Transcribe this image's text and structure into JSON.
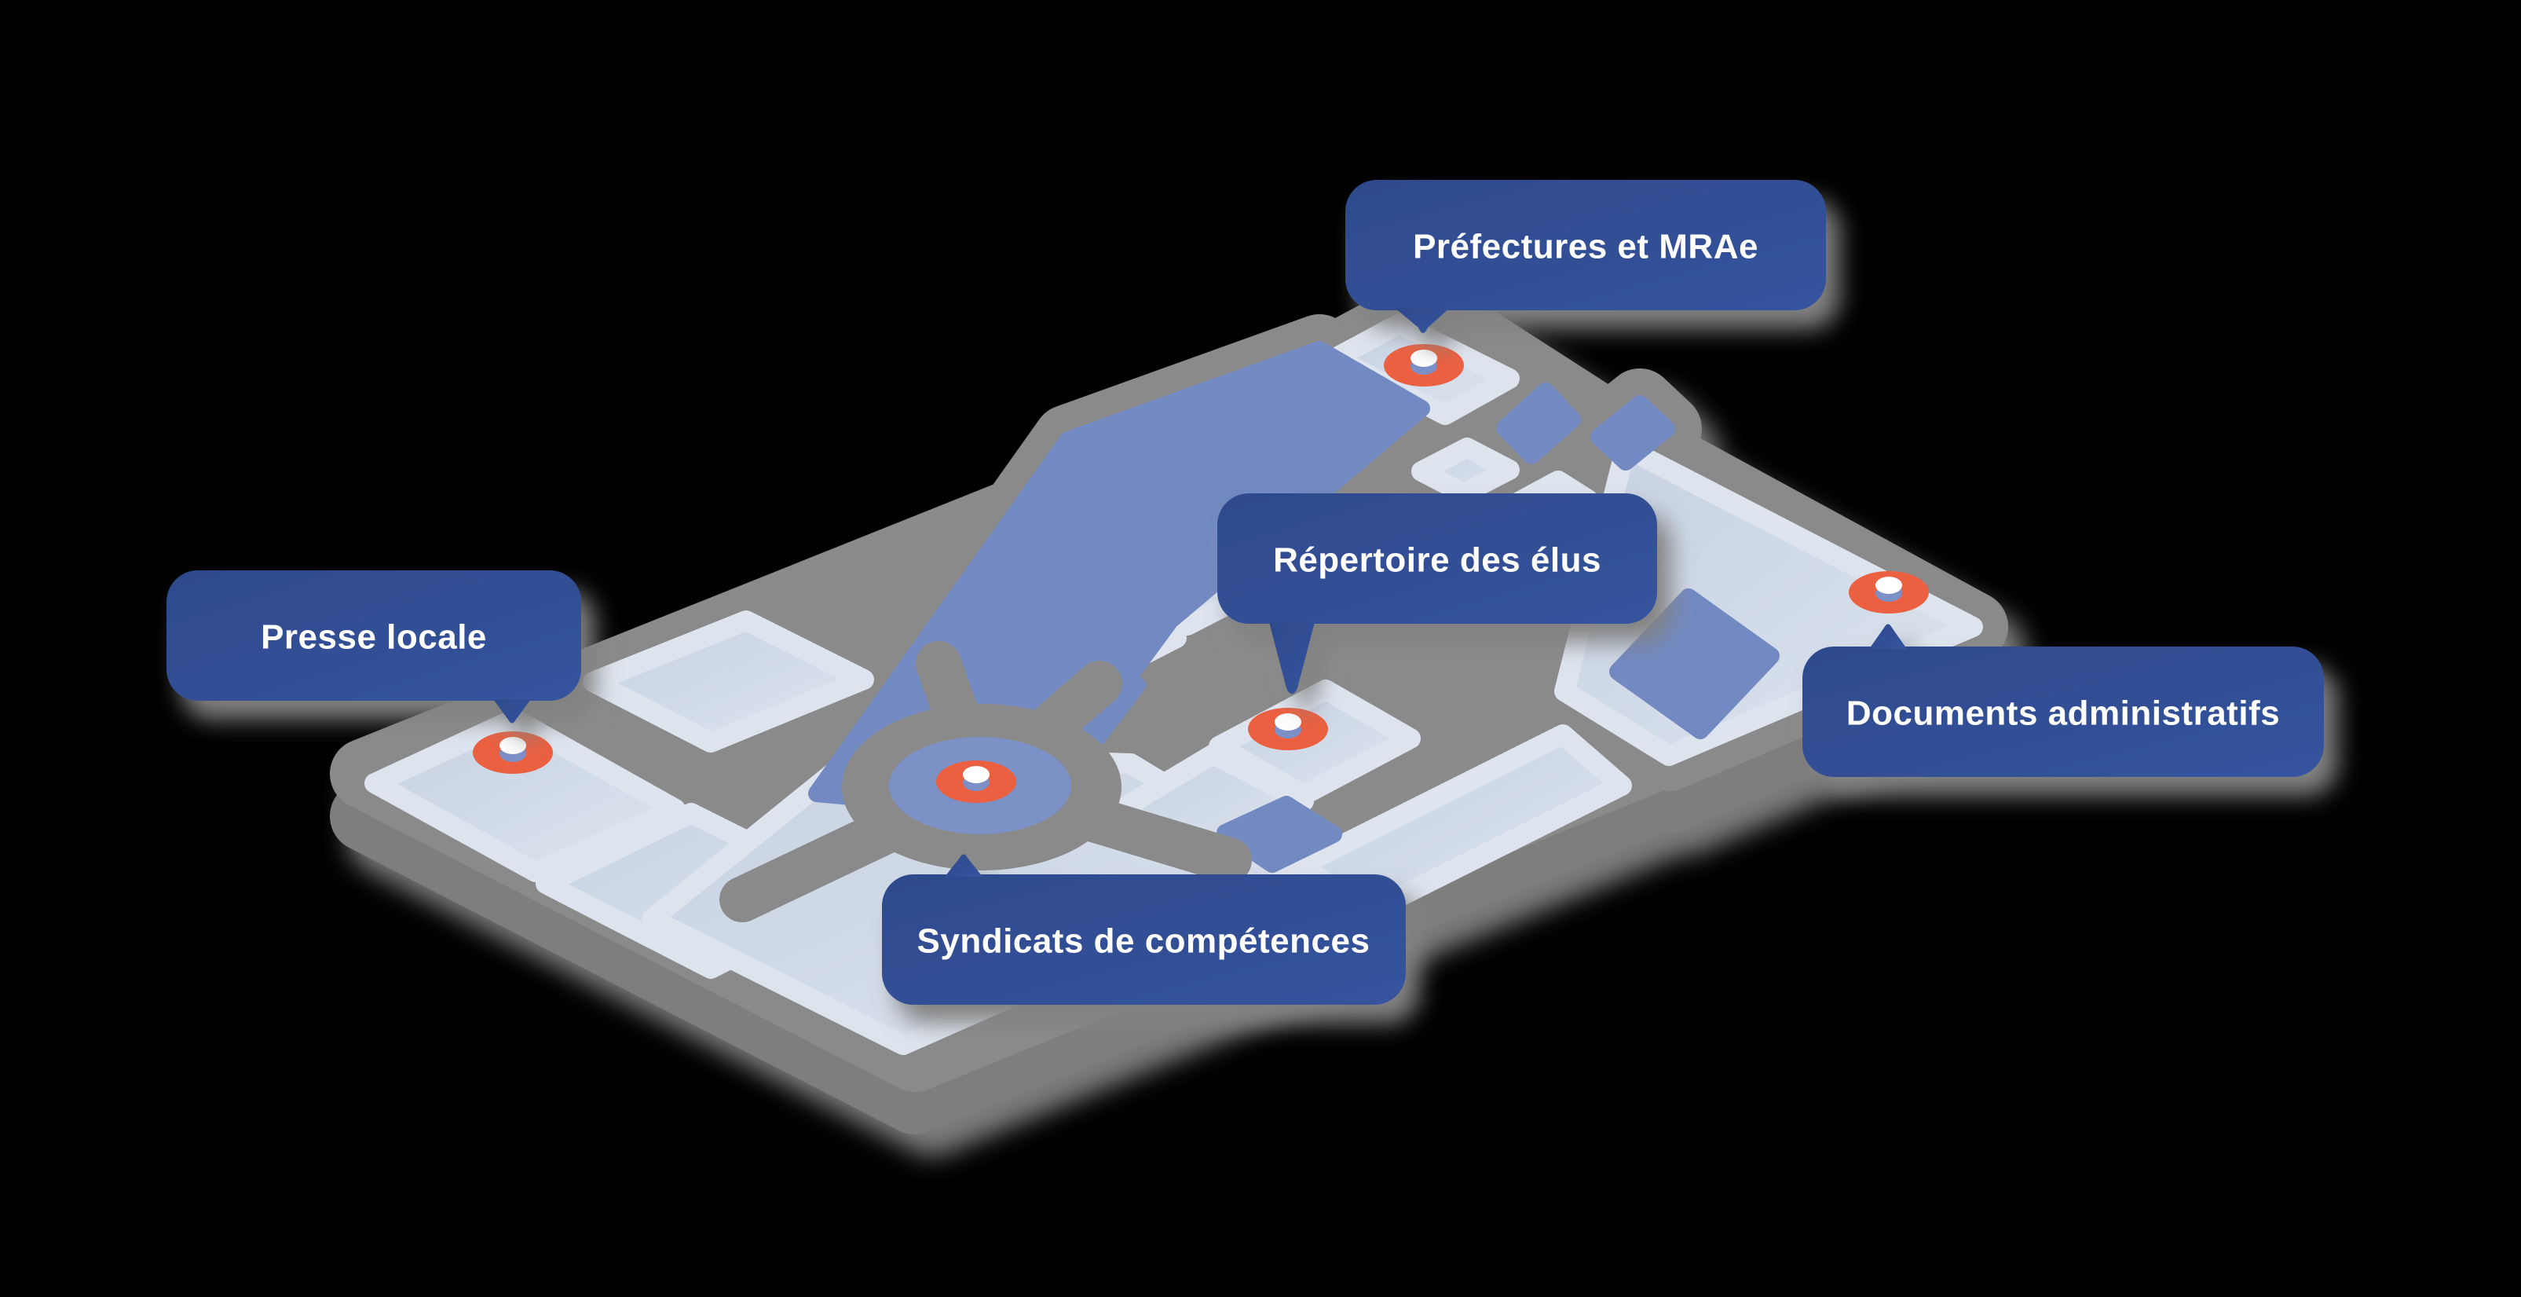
{
  "scene": {
    "background": "#000000",
    "description_icons": [
      "map-pin-icon",
      "speech-bubble"
    ]
  },
  "colors": {
    "c-background": "#000000",
    "c-bubble_bg": "#2e4a8c",
    "c-bubble_bg2": "#35549e",
    "c-bubble_text": "#ffffff",
    "c-road": "#8a8a8a",
    "c-map_side": "#7e7e7e",
    "c-block_light": "#c6d1e2",
    "c-block_light2": "#dde4ee",
    "c-block_blue": "#7289c1",
    "c-roundabout_fill": "#7b91c6",
    "c-pin_orange": "#eb6140",
    "c-pin_cylinder": "#7b90c8",
    "c-pin_top": "#ffffff",
    "c-shadow_map": "#7b7b7b",
    "c-shadow_bubble": "#828282"
  },
  "callouts": [
    {
      "id": "prefectures",
      "label": "Préfectures et MRAe"
    },
    {
      "id": "presse",
      "label": "Presse locale"
    },
    {
      "id": "repertoire",
      "label": "Répertoire des élus"
    },
    {
      "id": "documents",
      "label": "Documents administratifs"
    },
    {
      "id": "syndicats",
      "label": "Syndicats de compétences"
    }
  ]
}
